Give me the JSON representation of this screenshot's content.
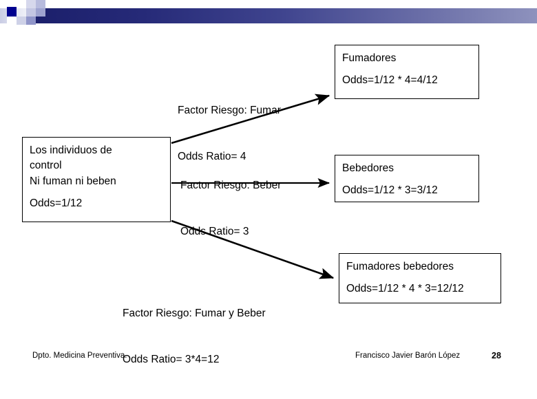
{
  "slide": {
    "title_deco": "decorative-header-bar",
    "page_number": "28",
    "footer_left": "Dpto. Medicina Preventiva.",
    "footer_author": "Francisco Javier Barón López"
  },
  "colors": {
    "bar_dark": "#1b1f6b",
    "bar_light": "#8e92bd",
    "square_navy": "#00008f",
    "text": "#000000",
    "background": "#ffffff"
  },
  "diagram": {
    "reference_box": {
      "line1": "Los individuos de",
      "line2": "control",
      "line3": "Ni fuman ni beben",
      "odds": "Odds=1/12"
    },
    "branches": [
      {
        "factor_line1": "Factor Riesgo: Fumar",
        "factor_line2": "Odds Ratio= 4",
        "arrow": "arrow-up-right",
        "outcome_title": "Fumadores",
        "outcome_odds": "Odds=1/12 * 4=4/12"
      },
      {
        "factor_line1": "Factor Riesgo: Beber",
        "factor_line2": "Odds Ratio= 3",
        "arrow": "arrow-right",
        "outcome_title": "Bebedores",
        "outcome_odds": "Odds=1/12 * 3=3/12"
      },
      {
        "factor_line1": "Factor Riesgo: Fumar y Beber",
        "factor_line2": "Odds Ratio= 3*4=12",
        "arrow": "arrow-down-right",
        "outcome_title": "Fumadores bebedores",
        "outcome_odds": "Odds=1/12 * 4 * 3=12/12"
      }
    ]
  }
}
